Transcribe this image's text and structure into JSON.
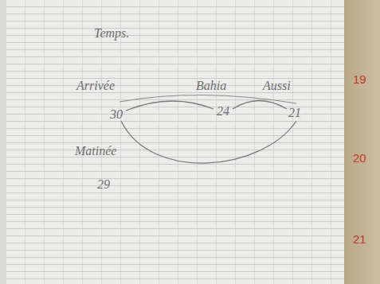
{
  "diagram": {
    "labels": [
      "Temps.",
      "Arrivée",
      "Bahia",
      "Aussi",
      "30",
      "24",
      "21",
      "Matinée",
      "29",
      "19",
      "20",
      "21"
    ]
  }
}
